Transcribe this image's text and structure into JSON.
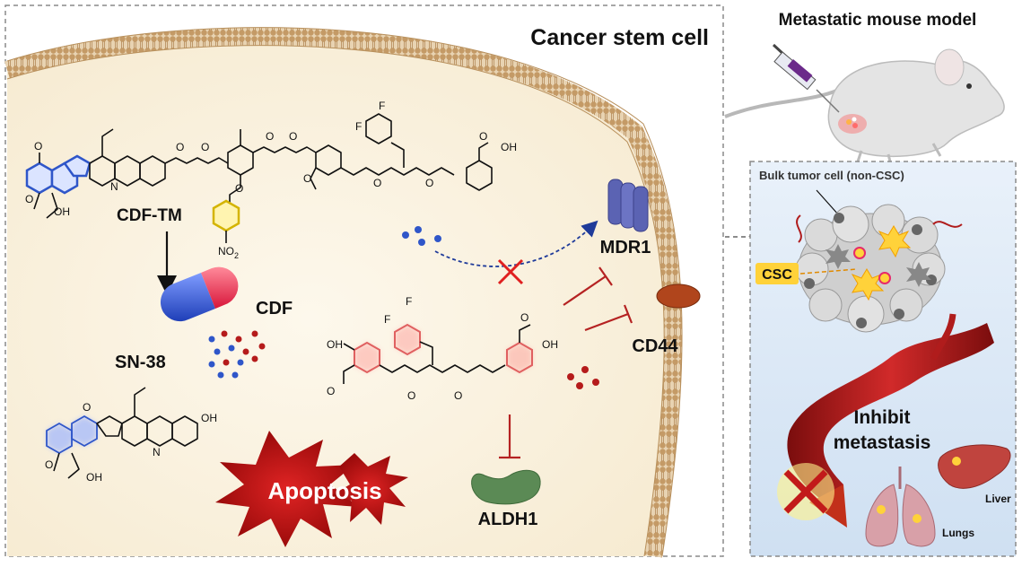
{
  "title": "Cancer stem cell",
  "mouse_title": "Metastatic mouse model",
  "inset_title": "Bulk tumor cell (non-CSC)",
  "labels": {
    "cdf_tm": "CDF-TM",
    "cdf": "CDF",
    "sn38": "SN-38",
    "mdr1": "MDR1",
    "cd44": "CD44",
    "aldh1": "ALDH1",
    "apoptosis": "Apoptosis",
    "csc": "CSC",
    "inhibit_line1": "Inhibit",
    "inhibit_line2": "metastasis",
    "liver": "Liver",
    "lungs": "Lungs"
  },
  "chem": {
    "o": "O",
    "oh": "OH",
    "n": "N",
    "f": "F",
    "no2": "NO",
    "no2_sub": "2"
  },
  "colors": {
    "cell_fill": "#fbf3e1",
    "membrane": "#c49a66",
    "blue_accent": "#2f56c9",
    "red_accent": "#c21a1a",
    "inhibit": "#b52222",
    "mdr1": "#5b63b3",
    "cd44": "#b0451c",
    "aldh1": "#5b8a55",
    "vessel": "#b01c1c"
  }
}
